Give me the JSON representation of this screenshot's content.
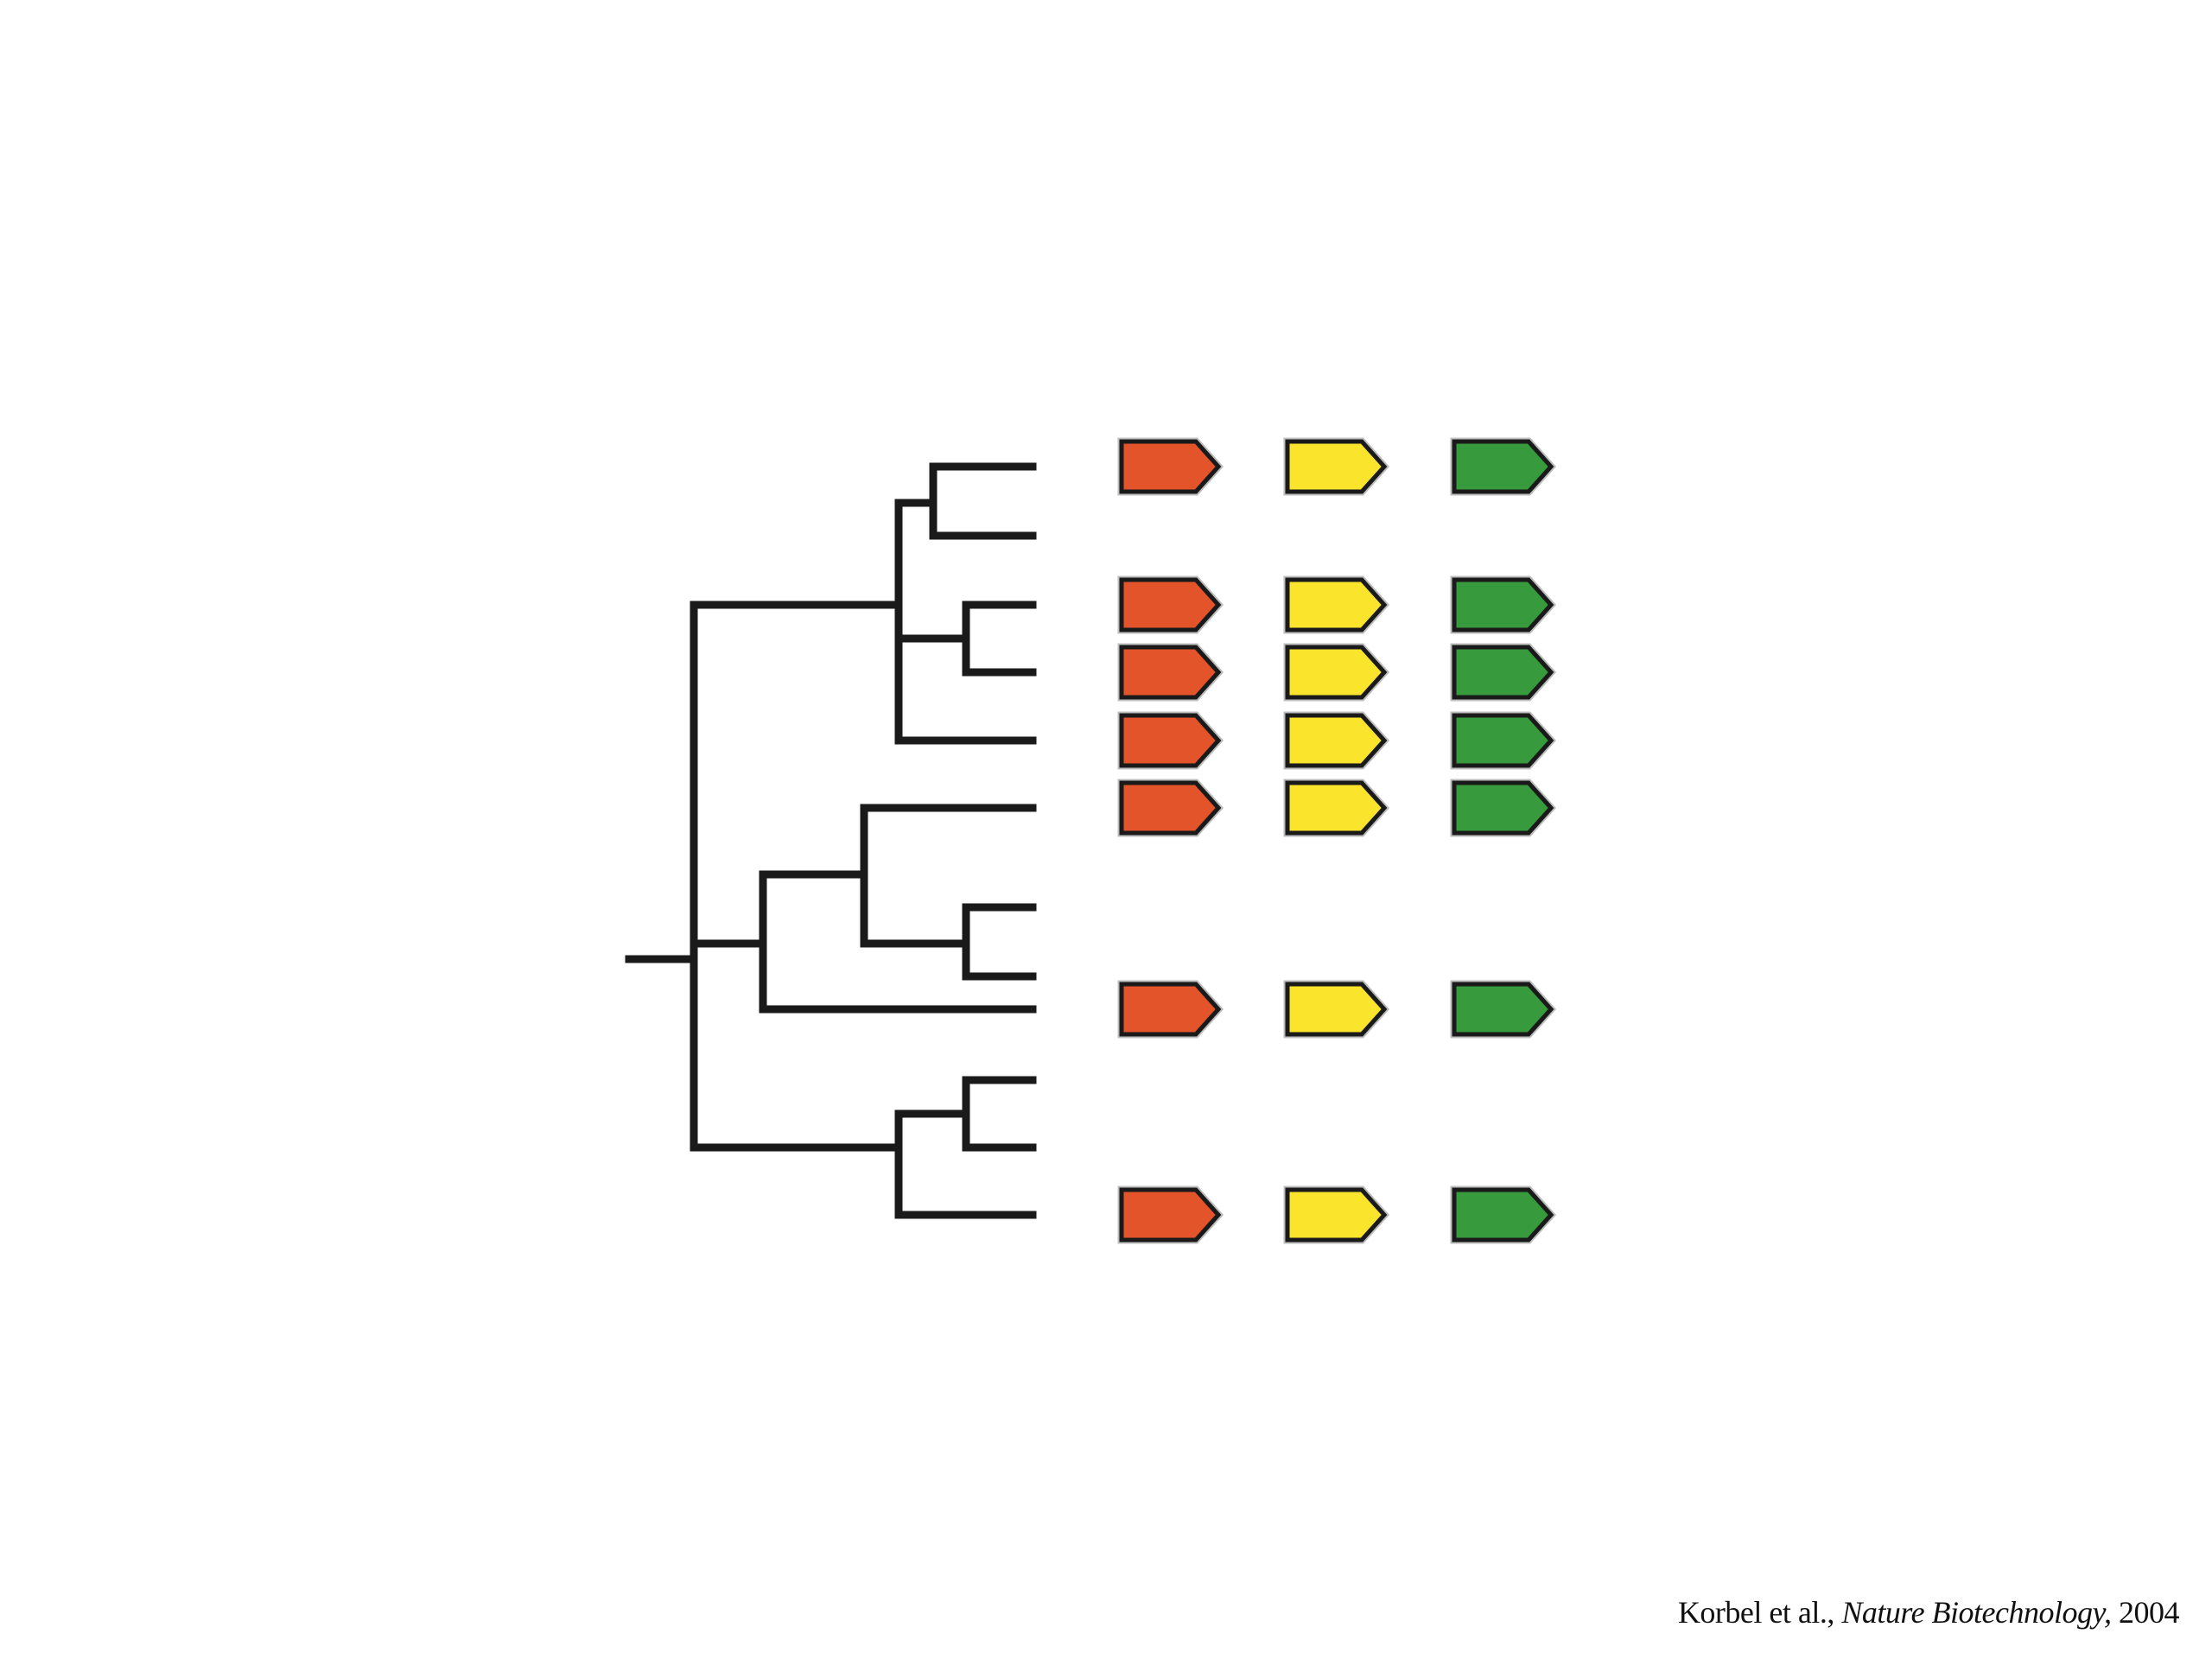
{
  "colors": {
    "gene_a": "#e4542a",
    "gene_b": "#fbe52c",
    "gene_c": "#379a3c",
    "tree": "#1a1a1a",
    "outline": "#1a1a1a"
  },
  "tree": {
    "leaves": 12,
    "leaf_genes": [
      [
        "gene_a",
        "gene_b",
        "gene_c"
      ],
      [],
      [
        "gene_a",
        "gene_b",
        "gene_c"
      ],
      [
        "gene_a",
        "gene_b",
        "gene_c"
      ],
      [
        "gene_a",
        "gene_b",
        "gene_c"
      ],
      [
        "gene_a",
        "gene_b",
        "gene_c"
      ],
      [],
      [],
      [
        "gene_a",
        "gene_b",
        "gene_c"
      ],
      [],
      [],
      [
        "gene_a",
        "gene_b",
        "gene_c"
      ]
    ]
  },
  "citation": {
    "authors": "Korbel et al.,",
    "journal": "Nature Biotechnology,",
    "year": "2004"
  }
}
